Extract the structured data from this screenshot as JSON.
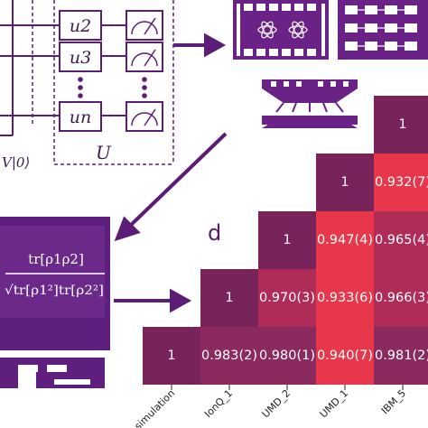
{
  "panel_label": "d",
  "circuit": {
    "gates": [
      "u2",
      "u3",
      "un"
    ],
    "state_label": "V|0⟩",
    "unitary_label": "U"
  },
  "monitor": {
    "numerator": "tr[ρ1ρ2]",
    "denominator": "√tr[ρ1²]tr[ρ2²]"
  },
  "chart_data": {
    "type": "heatmap",
    "x_labels": [
      "simulation",
      "IonQ_1",
      "UMD_2",
      "UMD_1",
      "IBM_5"
    ],
    "rows": [
      {
        "row": 0,
        "values": [
          null,
          null,
          null,
          null,
          1
        ],
        "labels": [
          "",
          "",
          "",
          "",
          "1"
        ]
      },
      {
        "row": 1,
        "values": [
          null,
          null,
          null,
          1,
          0.932
        ],
        "labels": [
          "",
          "",
          "",
          "1",
          "0.932(7)"
        ]
      },
      {
        "row": 2,
        "values": [
          null,
          null,
          1,
          0.947,
          0.965
        ],
        "labels": [
          "",
          "",
          "1",
          "0.947(4)",
          "0.965(4)"
        ]
      },
      {
        "row": 3,
        "values": [
          null,
          1,
          0.97,
          0.933,
          0.966
        ],
        "labels": [
          "",
          "1",
          "0.970(3)",
          "0.933(6)",
          "0.966(3)"
        ]
      },
      {
        "row": 4,
        "values": [
          1,
          0.983,
          0.98,
          0.94,
          0.981
        ],
        "labels": [
          "1",
          "0.983(2)",
          "0.980(1)",
          "0.940(7)",
          "0.981(2)"
        ]
      }
    ],
    "colors": {
      "one": "#78245a",
      "high": "#8a2a5e",
      "mid": "#b02c58",
      "low": "#e8374a"
    }
  }
}
